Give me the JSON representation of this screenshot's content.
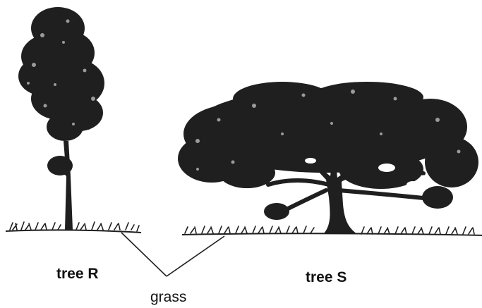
{
  "labels": {
    "tree_r": "tree R",
    "tree_s": "tree S",
    "grass": "grass"
  },
  "colors": {
    "ink": "#111111",
    "foliage": "#1f1f1f",
    "foliage_light": "#3a3a3a",
    "background": "#ffffff"
  }
}
